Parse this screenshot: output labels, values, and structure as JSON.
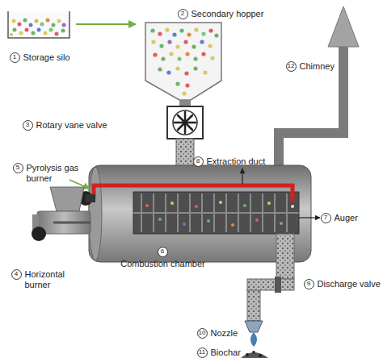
{
  "diagram": {
    "nodes": [
      {
        "text": [
          "1",
          "Storage silo"
        ]
      },
      {
        "text": [
          "2",
          "Secondary hopper"
        ]
      },
      {
        "text": [
          "3",
          "Rotary vane valve"
        ]
      },
      {
        "text": [
          "4",
          "Horizontal burner"
        ]
      },
      {
        "text": [
          "5",
          "Pyrolysis gas burner"
        ]
      },
      {
        "text": [
          "6",
          "Combustion chamber"
        ]
      },
      {
        "text": [
          "7",
          "Auger"
        ]
      },
      {
        "text": [
          "8",
          "Extraction duct"
        ]
      },
      {
        "text": [
          "9",
          "Discharge valve"
        ]
      },
      {
        "text": [
          "10",
          "Nozzle"
        ]
      },
      {
        "text": [
          "11",
          "Biochar"
        ]
      },
      {
        "text": [
          "12",
          "Chimney"
        ]
      }
    ]
  }
}
